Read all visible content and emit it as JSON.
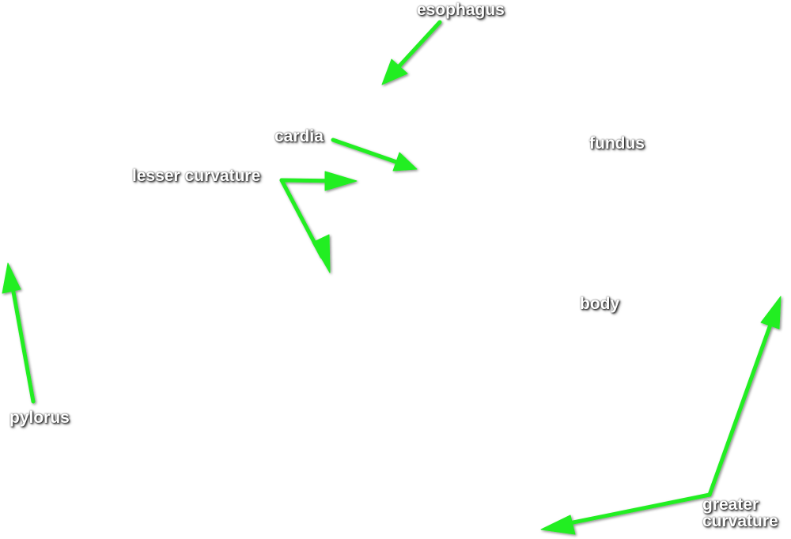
{
  "labels": {
    "esophagus": "esophagus",
    "cardia": "cardia",
    "fundus": "fundus",
    "lesser_curvature": "lesser curvature",
    "body": "body",
    "pylorus": "pylorus",
    "greater_curvature_line1": "greater",
    "greater_curvature_line2": "curvature"
  },
  "colors": {
    "arrow": "#22ee22",
    "label_text": "#ffffff"
  }
}
